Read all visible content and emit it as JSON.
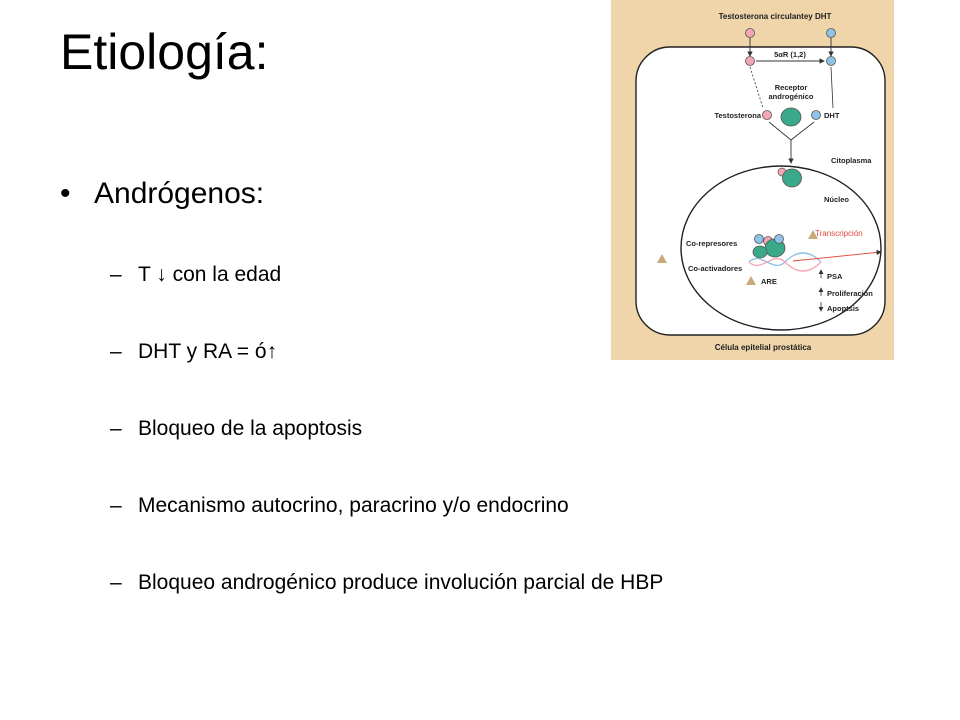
{
  "slide": {
    "title": "Etiología:",
    "bullet": {
      "marker": "•",
      "text": "Andrógenos:"
    },
    "sub_marker": "–",
    "sub_items": [
      "T ↓ con la edad",
      "DHT y RA = ó↑",
      "Bloqueo de la apoptosis",
      "Mecanismo autocrino, paracrino y/o endocrino",
      "Bloqueo androgénico produce involución parcial de HBP"
    ]
  },
  "figure": {
    "background": "#efd5a9",
    "labels": {
      "top": "Testosterona circulantey DHT",
      "enzyme": "5αR (1,2)",
      "receptor_line1": "Receptor",
      "receptor_line2": "androgénico",
      "testosterona": "Testosterona",
      "dht": "DHT",
      "citoplasma": "Citoplasma",
      "nucleo": "Núcleo",
      "corepresores": "Co-represores",
      "coactivadores": "Co-activadores",
      "transcripcion": "Transcripción",
      "are": "ARE",
      "psa": "PSA",
      "proliferacion": "Proliferación",
      "apoptosis": "Apoptsis",
      "caption": "Célula epitelial prostática"
    },
    "colors": {
      "pink": "#f4a6b4",
      "blue": "#8ec3e6",
      "green": "#3aa98a",
      "tan": "#c8a97a",
      "red_text": "#e0483e"
    }
  }
}
